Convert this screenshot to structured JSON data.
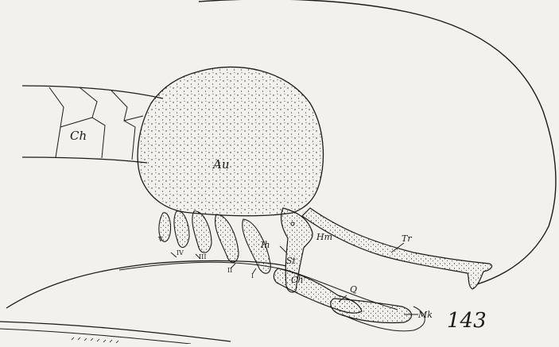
{
  "figure": {
    "number": "143",
    "labels": {
      "ch": "Ch",
      "au": "Au",
      "tr": "Tr",
      "hm": "Hm",
      "ih": "Ih",
      "st": "St",
      "ch_prime": "Ch'",
      "q": "Q",
      "mk": "Mk",
      "arch_v": "V",
      "arch_iv": "IV",
      "arch_iii": "III",
      "arch_ii": "II",
      "arch_i": "I"
    },
    "colors": {
      "ink": "#1b1b1b",
      "paper": "#f3f1ec"
    }
  }
}
